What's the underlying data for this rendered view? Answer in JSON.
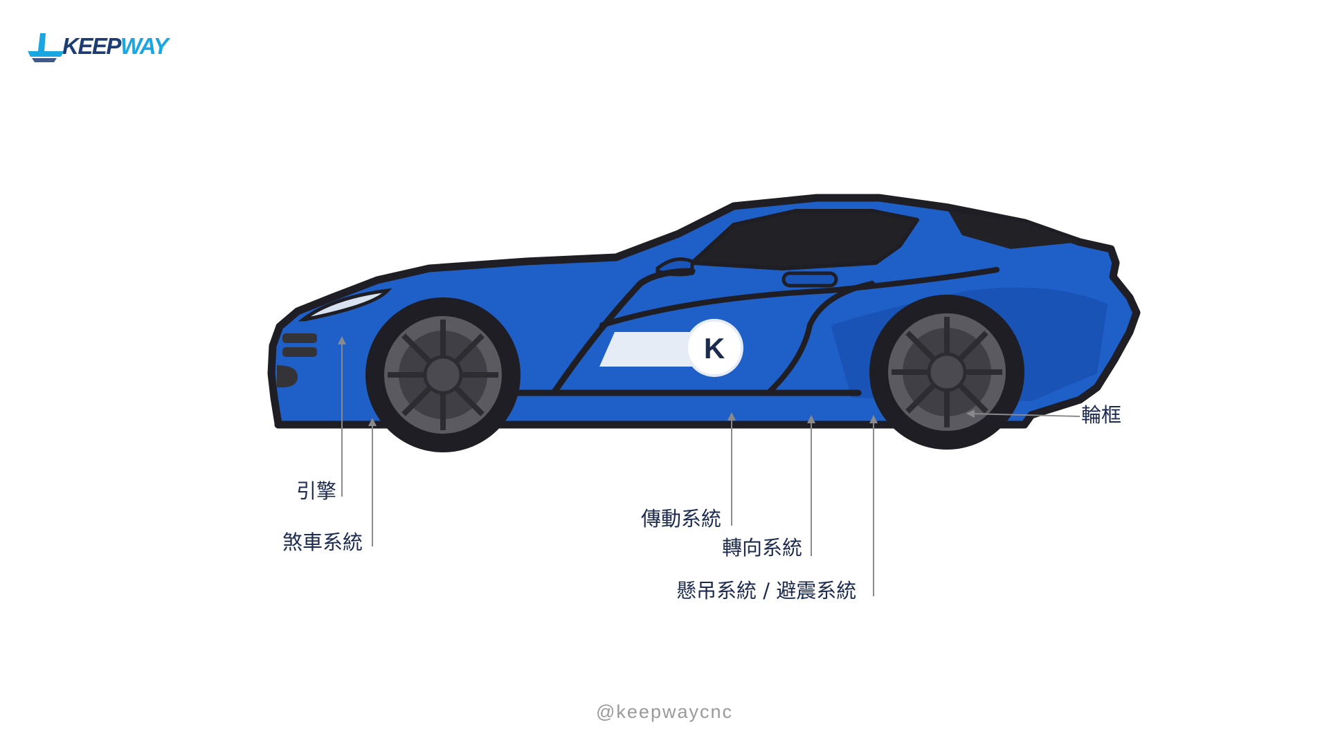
{
  "brand": {
    "name_part1": "KEEP",
    "name_part2": "WAY",
    "icon": "keepway-logo-icon",
    "colors": {
      "navy": "#1d3c73",
      "sky": "#1aa6e0"
    }
  },
  "car": {
    "body_color": "#1f5fc8",
    "outline_color": "#1e1e24",
    "badge_letter": "K"
  },
  "labels": {
    "engine": "引擎",
    "brake_system": "煞車系統",
    "transmission_system": "傳動系統",
    "steering_system": "轉向系統",
    "suspension_system": "懸吊系統 / 避震系統",
    "wheel_rim": "輪框"
  },
  "footer": {
    "handle": "@keepwaycnc"
  }
}
